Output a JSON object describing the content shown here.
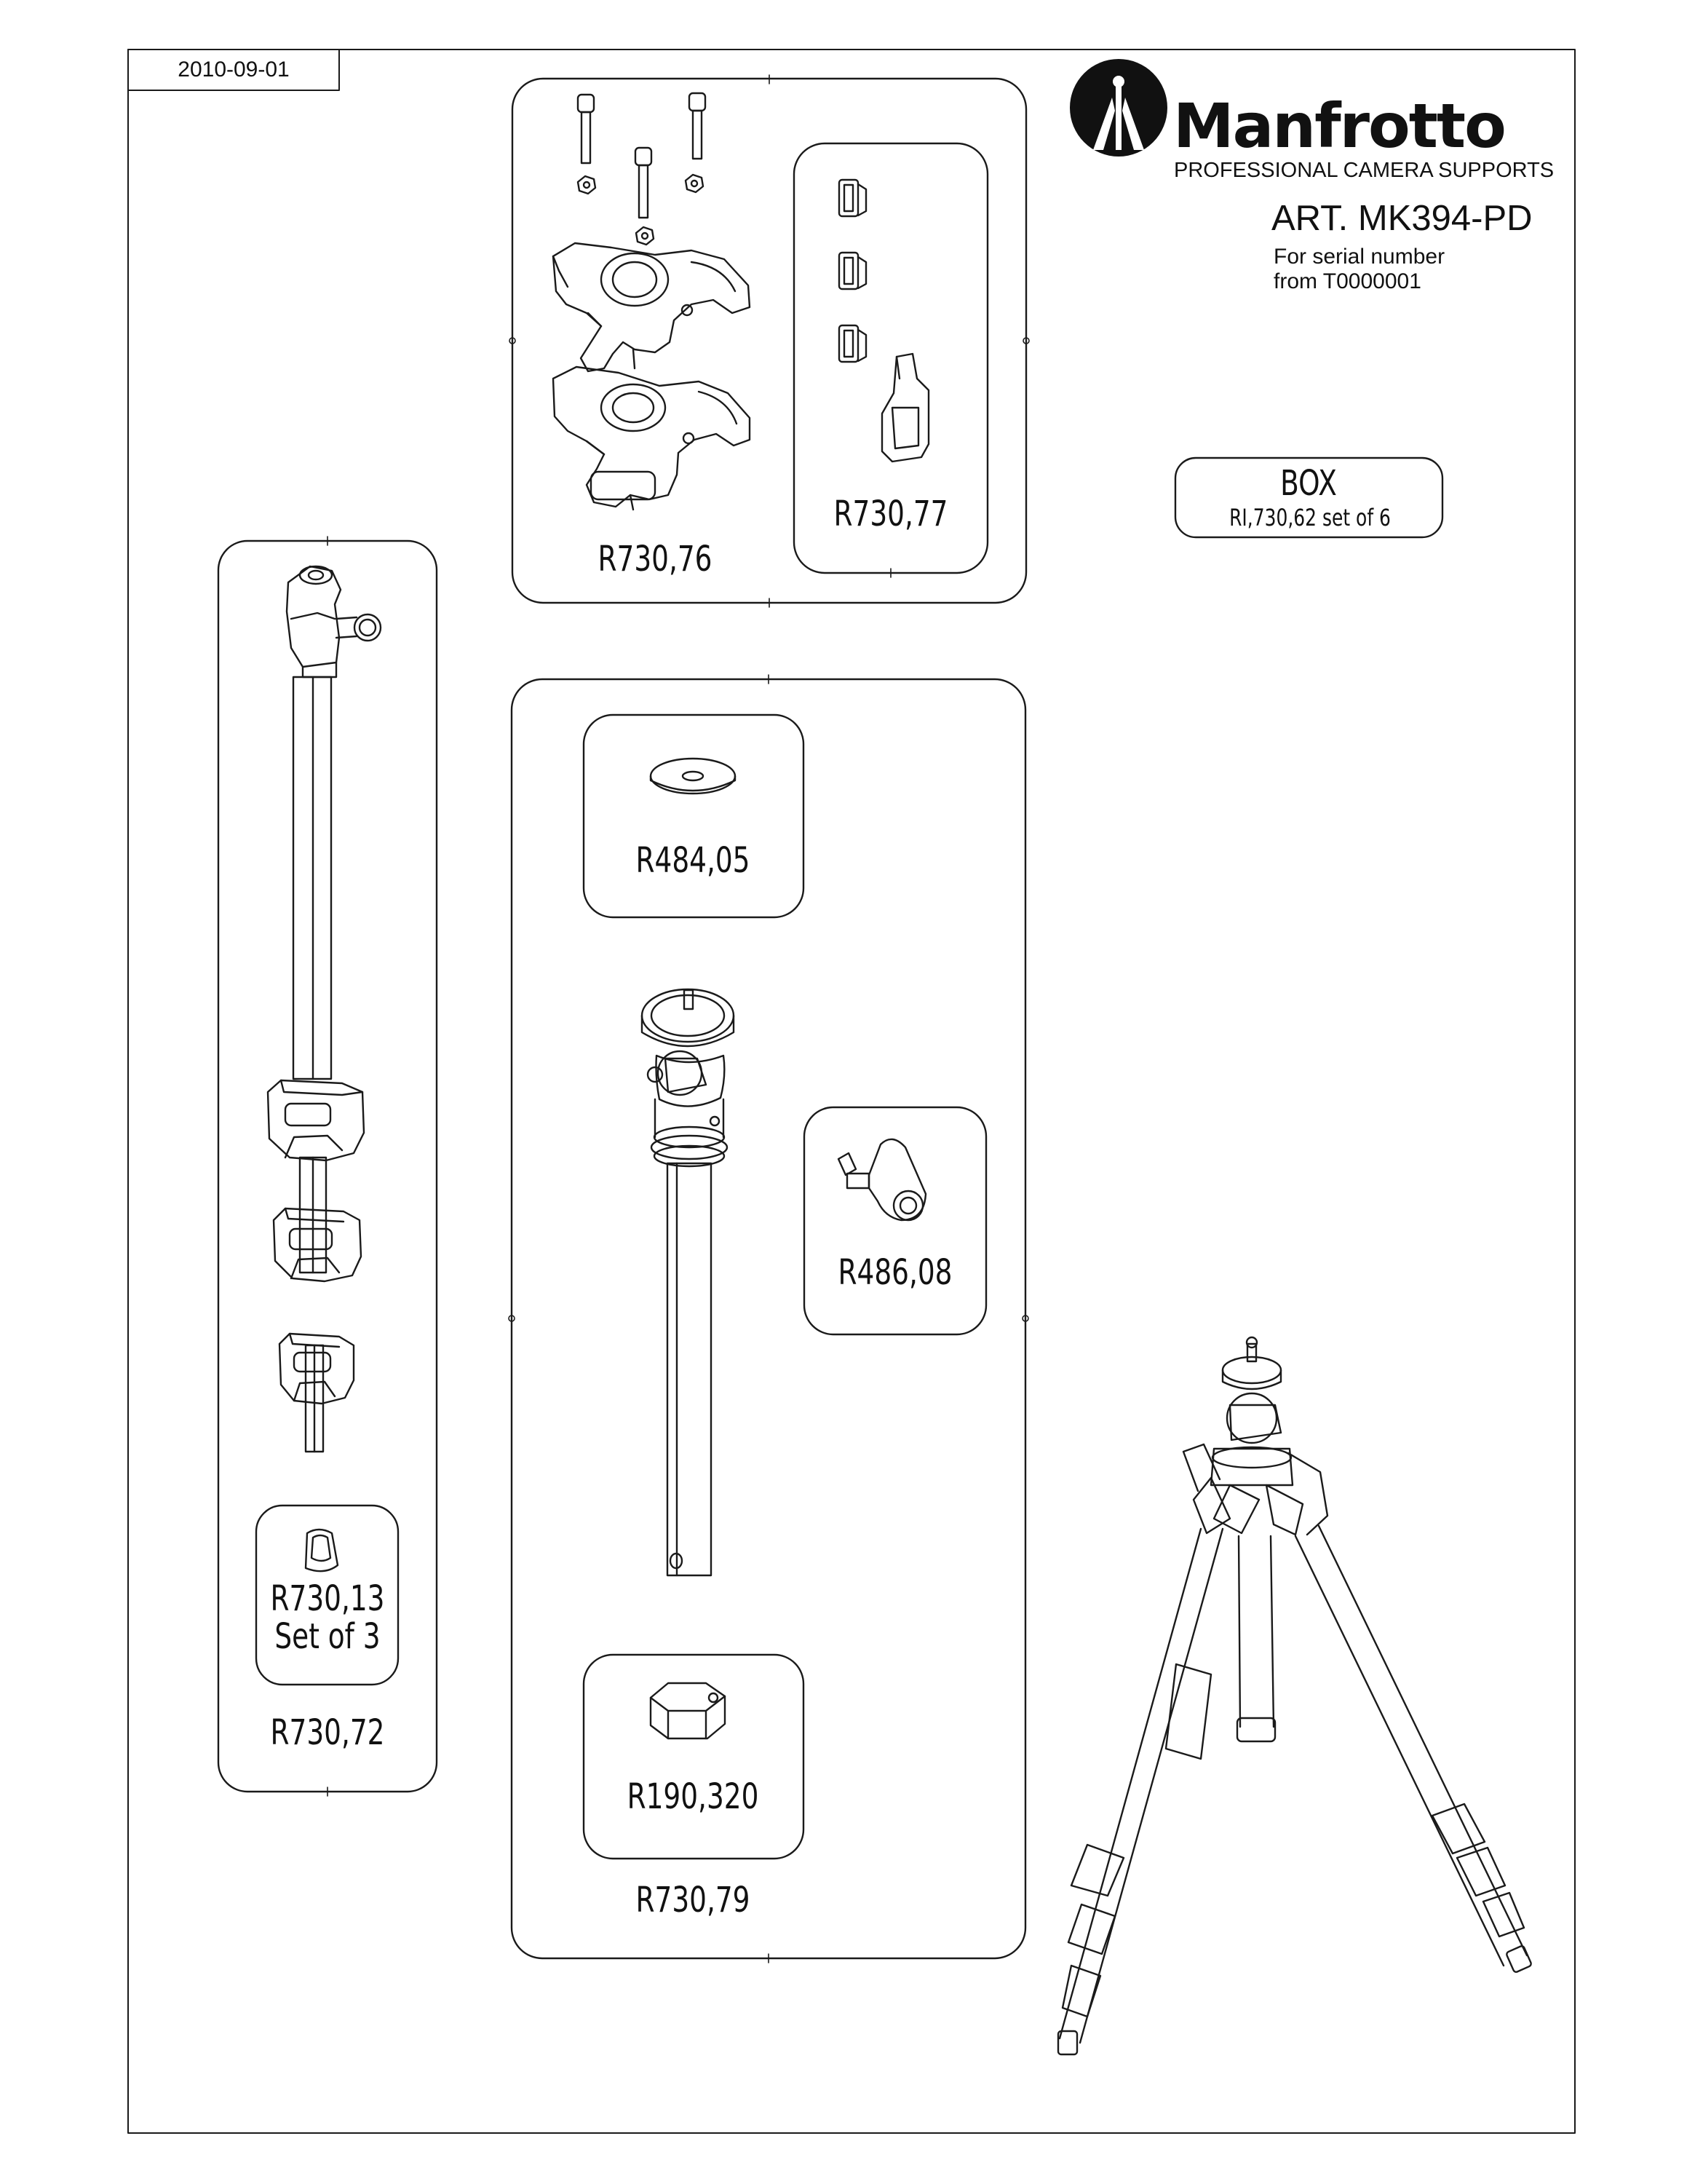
{
  "doc": {
    "date": "2010-09-01",
    "brand": "Manfrotto",
    "tagline": "PROFESSIONAL CAMERA SUPPORTS",
    "article": "ART. MK394-PD",
    "serial_line1": "For serial number",
    "serial_line2": "from T0000001"
  },
  "parts": {
    "p76": "R730,76",
    "p77": "R730,77",
    "box_title": "BOX",
    "box_sub": "RI,730,62 set of 6",
    "p05": "R484,05",
    "p08": "R486,08",
    "p13a": "R730,13",
    "p13b": "Set of 3",
    "p72": "R730,72",
    "p320": "R190,320",
    "p79": "R730,79"
  },
  "icons": [
    "manfrotto-logo",
    "screw-icon",
    "nut-icon",
    "leg-clamp",
    "lever-clip",
    "center-column",
    "washer",
    "ball-head",
    "knob",
    "tripod"
  ]
}
